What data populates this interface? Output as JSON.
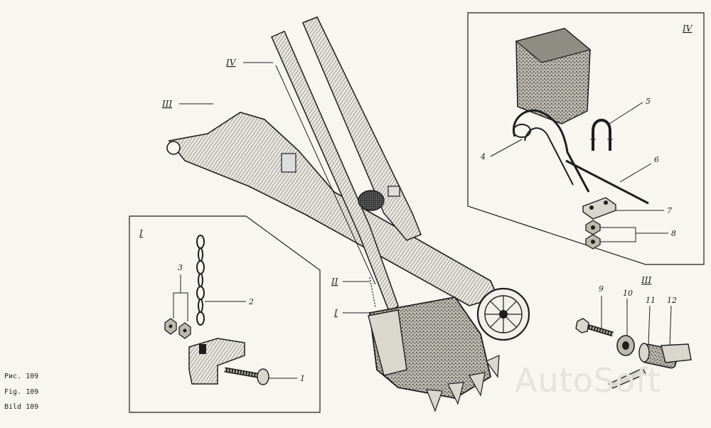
{
  "captions": [
    "Рис. 109",
    "Fig. 109",
    "Bild 109"
  ],
  "watermark": "AutoSoft",
  "callouts": {
    "roman": {
      "I": "I",
      "II": "II",
      "III": "III",
      "IV": "IV"
    },
    "numbers": {
      "n1": "1",
      "n2": "2",
      "n3": "3",
      "n4": "4",
      "n5": "5",
      "n6": "6",
      "n7": "7",
      "n8": "8",
      "n9": "9",
      "n10": "10",
      "n11": "11",
      "n12": "12"
    }
  },
  "insets": {
    "inset_I_label": "I",
    "inset_IV_label": "IV",
    "inset_III_label": "III"
  }
}
